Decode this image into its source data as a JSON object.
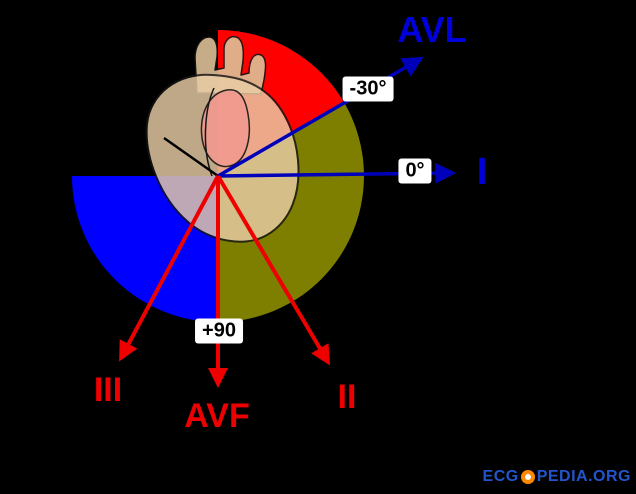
{
  "colors": {
    "background": "#000000",
    "sector_red": "#fe0000",
    "sector_olive": "#7e7e00",
    "sector_blue": "#0000fe",
    "arrow_blue": "#0000bb",
    "arrow_red": "#ee0000",
    "label_blue": "#0000dd",
    "label_red": "#ee0000",
    "avr_line_black": "#000000",
    "heart_outline": "#151515",
    "heart_body": "#e9cda6",
    "heart_vessels": "#dcc096",
    "heart_pink": "#f2998f",
    "angle_box_bg": "#ffffff",
    "angle_box_text": "#000000",
    "watermark_blue": "#2255cc",
    "watermark_orange": "#ff8800"
  },
  "leads": {
    "avl": {
      "label": "AVL",
      "angle_label": "-30°"
    },
    "i": {
      "label": "I",
      "angle_label": "0°"
    },
    "ii": {
      "label": "II"
    },
    "iii": {
      "label": "III"
    },
    "avf": {
      "label": "AVF",
      "angle_label": "+90"
    }
  },
  "watermark": {
    "prefix": "ECG",
    "suffix": "PEDIA.ORG"
  }
}
